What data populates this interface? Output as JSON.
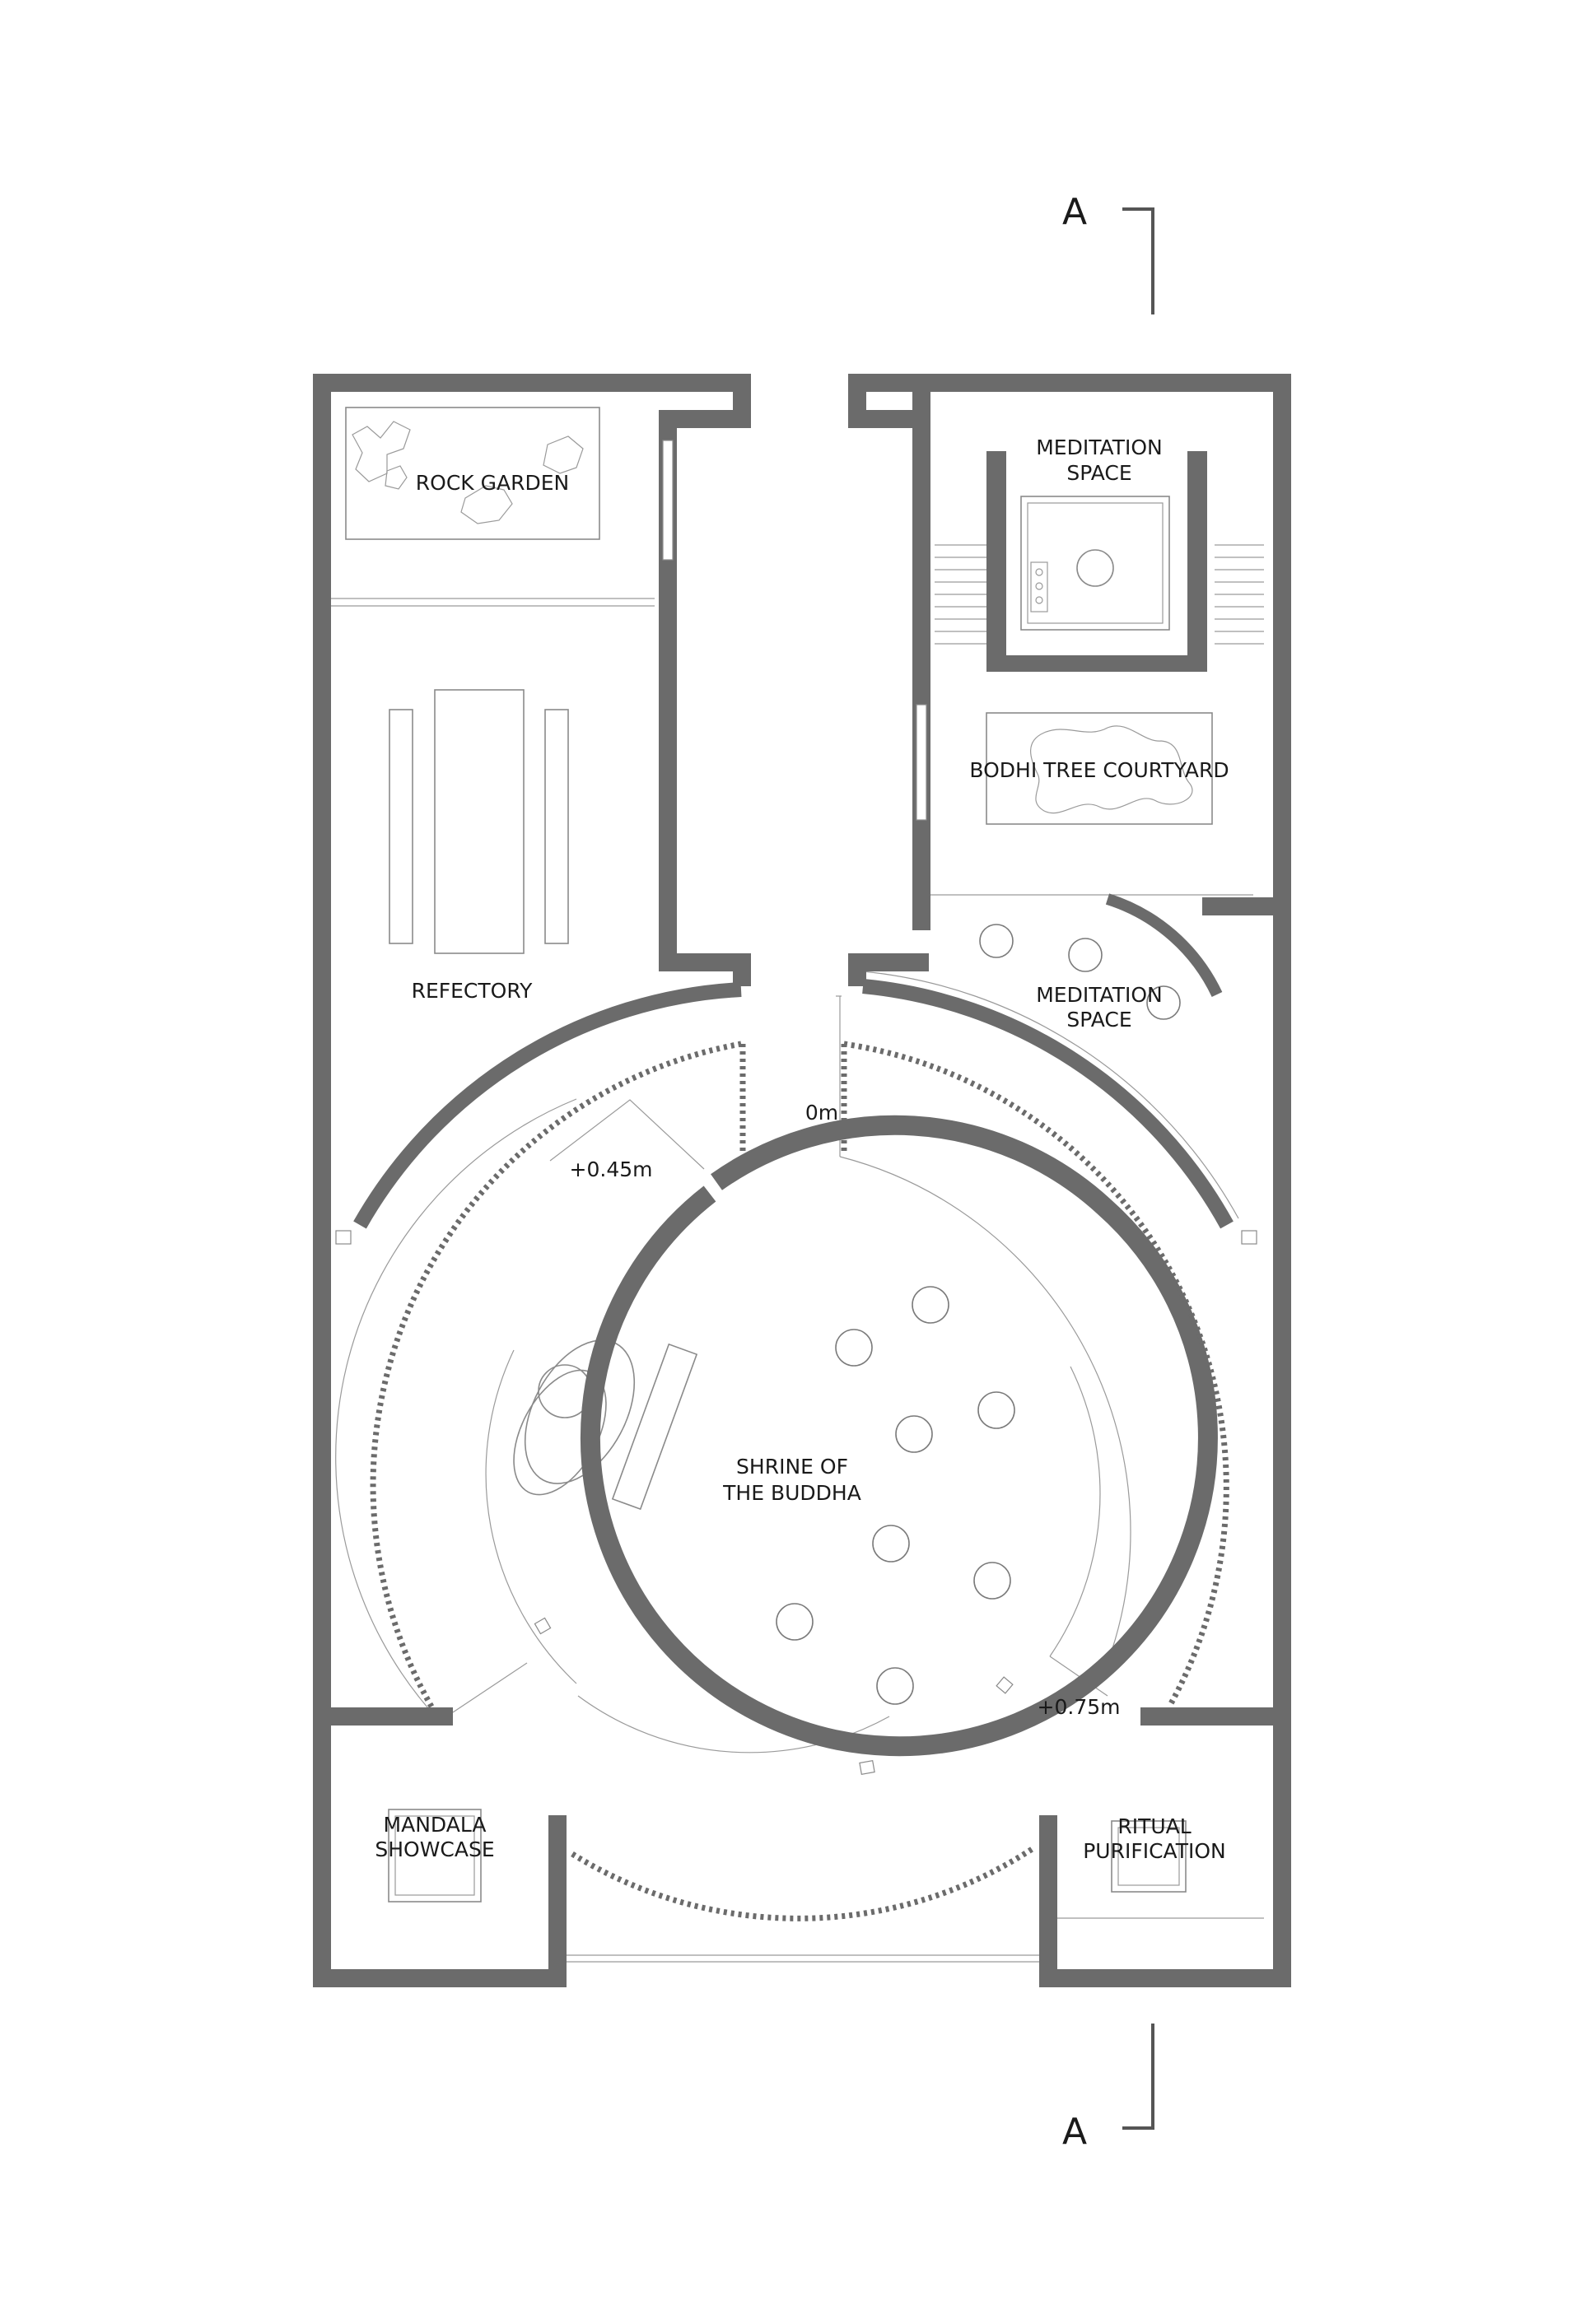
{
  "section_marker": {
    "top": "A",
    "bottom": "A"
  },
  "rooms": {
    "rock_garden": "ROCK GARDEN",
    "meditation_top": [
      "MEDITATION",
      "SPACE"
    ],
    "bodhi": "BODHI TREE COURTYARD",
    "refectory": "REFECTORY",
    "meditation_right": [
      "MEDITATION",
      "SPACE"
    ],
    "shrine": [
      "SHRINE OF",
      "THE BUDDHA"
    ],
    "mandala": [
      "MANDALA",
      "SHOWCASE"
    ],
    "ritual": [
      "RITUAL",
      "PURIFICATION"
    ]
  },
  "levels": {
    "entry": "0m",
    "upper_ring": "+0.45m",
    "lower_ring": "+0.75m"
  },
  "colors": {
    "wall": "#6b6b6b",
    "line": "#8a8a8a",
    "background": "#ffffff"
  }
}
